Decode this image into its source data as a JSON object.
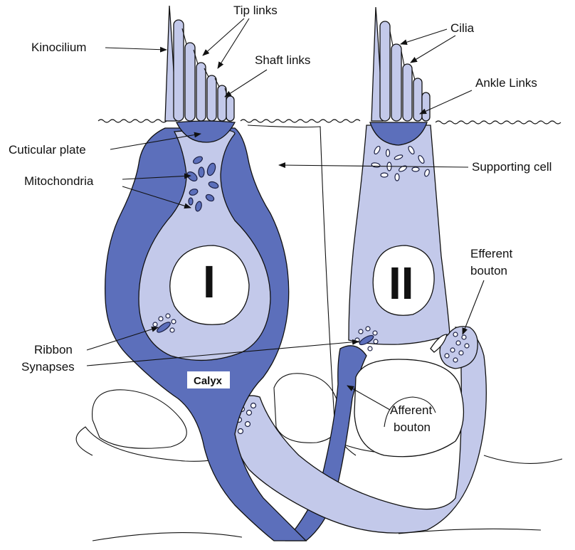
{
  "labels": {
    "tip_links": "Tip links",
    "kinocilium": "Kinocilium",
    "shaft_links": "Shaft links",
    "cilia": "Cilia",
    "ankle_links": "Ankle Links",
    "cuticular_plate": "Cuticular plate",
    "mitochondria": "Mitochondria",
    "supporting_cell": "Supporting cell",
    "efferent_bouton_1": "Efferent",
    "efferent_bouton_2": "bouton",
    "ribbon_1": "Ribbon",
    "ribbon_2": "Synapses",
    "calyx": "Calyx",
    "afferent_bouton_1": "Afferent",
    "afferent_bouton_2": "bouton",
    "type_i": "I",
    "type_ii": "II"
  },
  "colors": {
    "cytoplasm": "#c3c9ea",
    "nerve": "#5c6fbb",
    "outline": "#111111"
  }
}
